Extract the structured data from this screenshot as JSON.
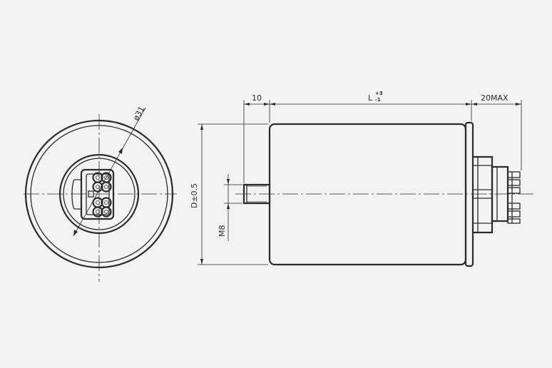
{
  "dimensions": {
    "stud_length": "10",
    "body_length": "L",
    "body_tolerance_upper": "+3",
    "body_tolerance_lower": "-1",
    "terminal_max": "20MAX",
    "diameter": "D±0.5",
    "thread": "M8",
    "end_view_diameter": "ø31"
  },
  "colors": {
    "background": "#f3f3f3",
    "line": "#2b2b2b"
  }
}
